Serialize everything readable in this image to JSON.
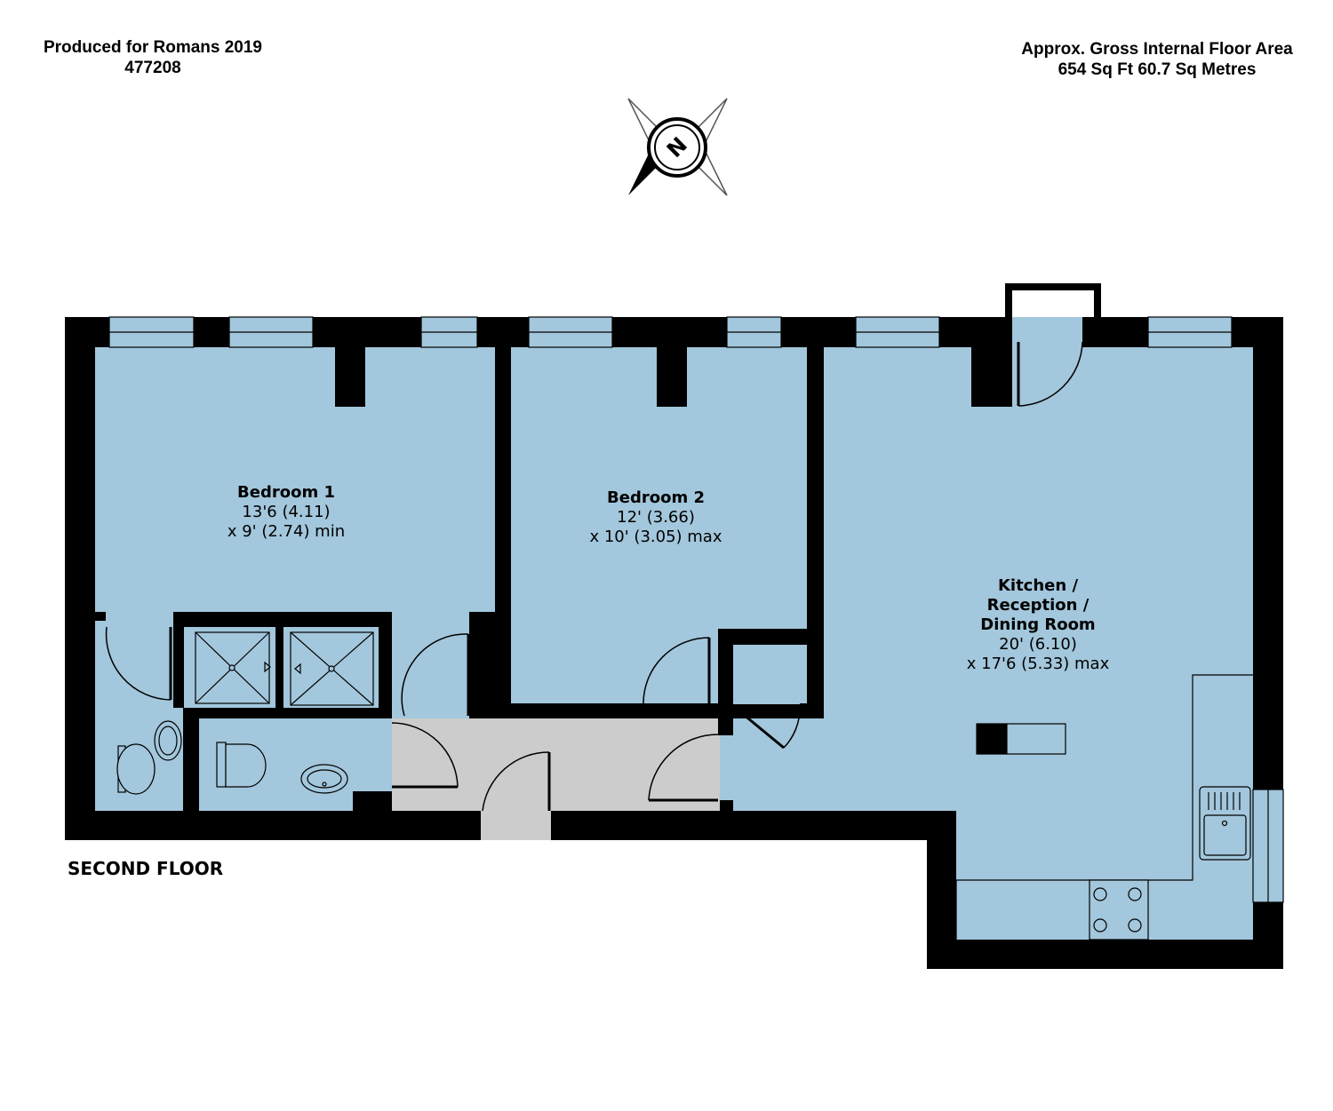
{
  "header": {
    "produced_for": "Produced for Romans 2019",
    "reference": "477208",
    "area_title": "Approx. Gross Internal Floor Area",
    "area_value": "654 Sq Ft 60.7 Sq Metres"
  },
  "compass": {
    "label": "N",
    "icon": "compass-north-icon"
  },
  "floor_label": "SECOND FLOOR",
  "rooms": {
    "bedroom1": {
      "name": "Bedroom 1",
      "dim1": "13'6 (4.11)",
      "dim2": "x 9' (2.74) min"
    },
    "bedroom2": {
      "name": "Bedroom 2",
      "dim1": "12' (3.66)",
      "dim2": "x 10' (3.05) max"
    },
    "kitchen": {
      "name1": "Kitchen /",
      "name2": "Reception /",
      "name3": "Dining Room",
      "dim1": "20' (6.10)",
      "dim2": "x 17'6 (5.33) max"
    }
  },
  "colors": {
    "room": "#a3c7dc",
    "hall": "#cccccc",
    "wall": "#000000",
    "window": "#a3c7dc"
  }
}
